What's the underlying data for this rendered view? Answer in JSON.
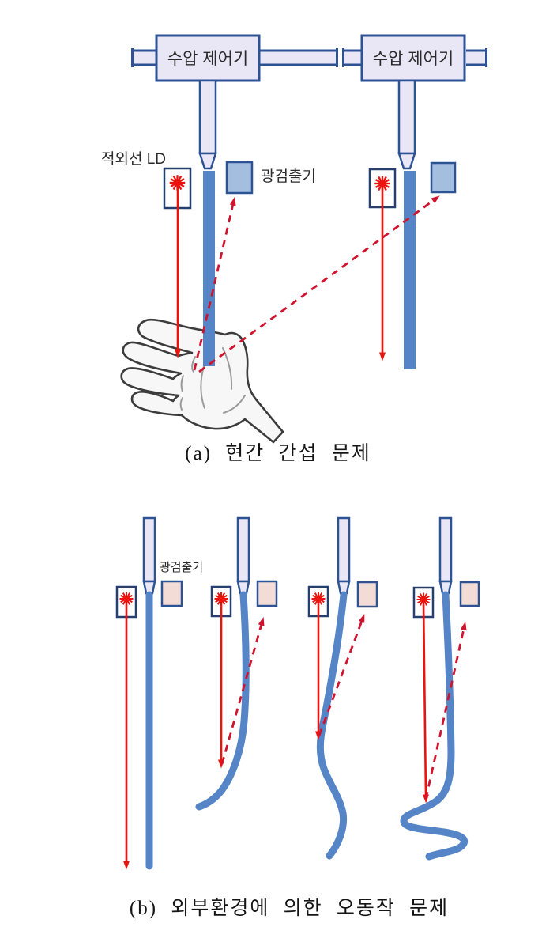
{
  "page": {
    "background": "#ffffff"
  },
  "figure_a": {
    "caption": "(a) 현간 간섭 문제",
    "controller_label": "수압 제어기",
    "ir_ld_label": "적외선 LD",
    "detector_label": "광검출기"
  },
  "figure_b": {
    "caption": "(b) 외부환경에 의한 오동작 문제",
    "detector_label": "광검출기"
  },
  "icons": {
    "laser": "red-starburst-icon"
  },
  "colors": {
    "outline": "#2e5395",
    "outline_dark": "#25406e",
    "tube_fill": "#e9e6f5",
    "stream": "#5585c6",
    "detector_a": "#a3bede",
    "detector_b": "#f4dcd6",
    "laser": "#ea130e",
    "laser_dash": "#cf1430"
  }
}
